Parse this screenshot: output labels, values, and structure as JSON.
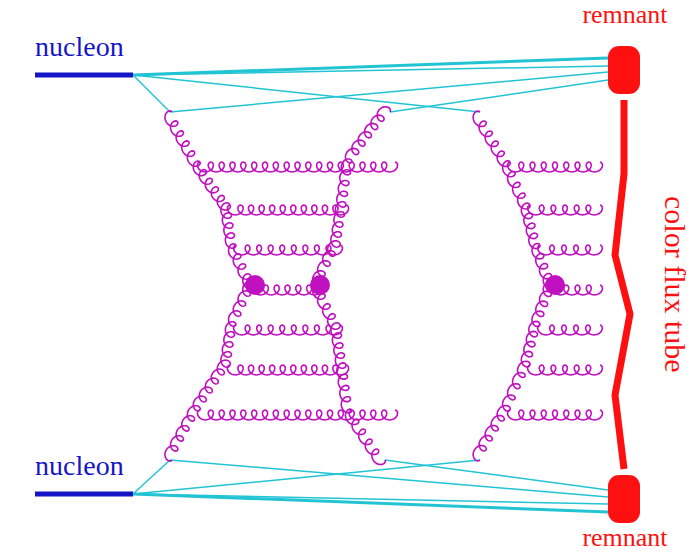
{
  "diagram": {
    "nodes": [
      {
        "text": [
          "remnant"
        ]
      },
      {
        "text": [
          "remnant"
        ]
      }
    ],
    "edges": [
      {
        "from": 0,
        "to": 1,
        "arrow": "none",
        "label": "color flux tube"
      }
    ],
    "labels": [
      "nucleon",
      "nucleon"
    ]
  }
}
